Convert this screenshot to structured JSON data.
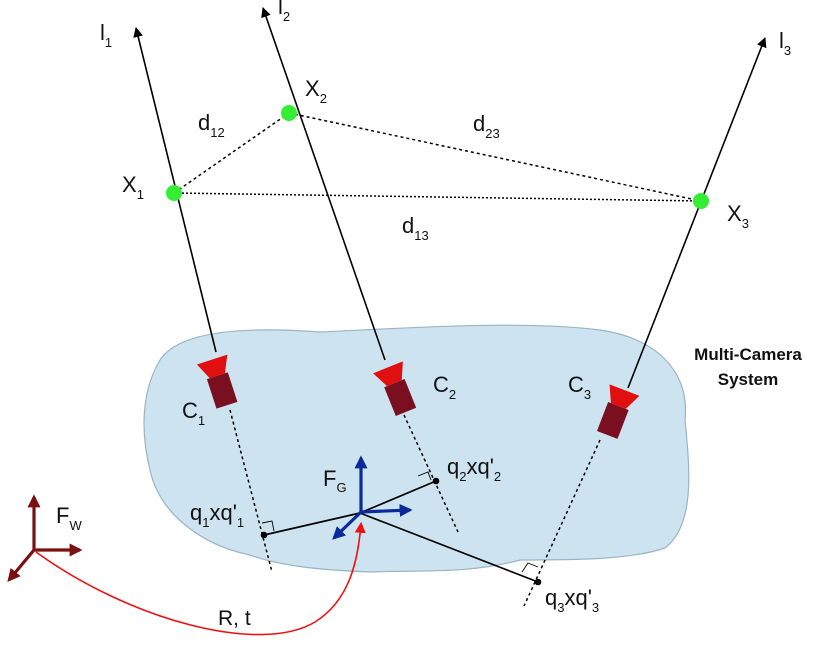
{
  "rays": [
    {
      "name": "l",
      "sub": "1"
    },
    {
      "name": "l",
      "sub": "2"
    },
    {
      "name": "l",
      "sub": "3"
    }
  ],
  "points": [
    {
      "name": "X",
      "sub": "1"
    },
    {
      "name": "X",
      "sub": "2"
    },
    {
      "name": "X",
      "sub": "3"
    }
  ],
  "distances": [
    {
      "name": "d",
      "sub": "12"
    },
    {
      "name": "d",
      "sub": "23"
    },
    {
      "name": "d",
      "sub": "13"
    }
  ],
  "cameras": [
    {
      "name": "C",
      "sub": "1"
    },
    {
      "name": "C",
      "sub": "2"
    },
    {
      "name": "C",
      "sub": "3"
    }
  ],
  "system_label": {
    "line1": "Multi-Camera",
    "line2": "System"
  },
  "frames": {
    "world": {
      "name": "F",
      "sub": "W"
    },
    "generalized": {
      "name": "F",
      "sub": "G"
    }
  },
  "cross_products": [
    {
      "a": "q",
      "a_sub": "1",
      "mid": "xq'",
      "b_sub": "1"
    },
    {
      "a": "q",
      "a_sub": "2",
      "mid": "xq'",
      "b_sub": "2"
    },
    {
      "a": "q",
      "a_sub": "3",
      "mid": "xq'",
      "b_sub": "3"
    }
  ],
  "transform_label": "R, t",
  "colors": {
    "blob": "#cde3f0",
    "blob_stroke": "#9ab4c4",
    "point": "#33ee33",
    "camera_body": "#7a0f20",
    "camera_lens": "#e01010",
    "world_axes": "#7a1010",
    "gen_axes": "#0a2a9a",
    "transform_arrow": "#ee1111"
  }
}
